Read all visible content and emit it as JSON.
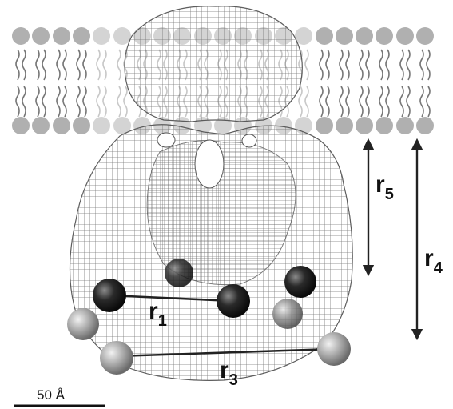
{
  "labels": {
    "r1": {
      "main": "r",
      "sub": "1"
    },
    "r3": {
      "main": "r",
      "sub": "3"
    },
    "r4": {
      "main": "r",
      "sub": "4"
    },
    "r5": {
      "main": "r",
      "sub": "5"
    }
  },
  "scale_bar": {
    "label": "50 Å"
  },
  "colors": {
    "lipid_head": "#b0b0b0",
    "lipid_head_faint": "#d4d4d4",
    "lipid_tail": "#777777",
    "mesh": "#6f6f6f",
    "arrow": "#222222",
    "sphere_dark": "#1a1a1a",
    "sphere_mid": "#7a7a7a",
    "sphere_light": "#a0a0a0"
  }
}
